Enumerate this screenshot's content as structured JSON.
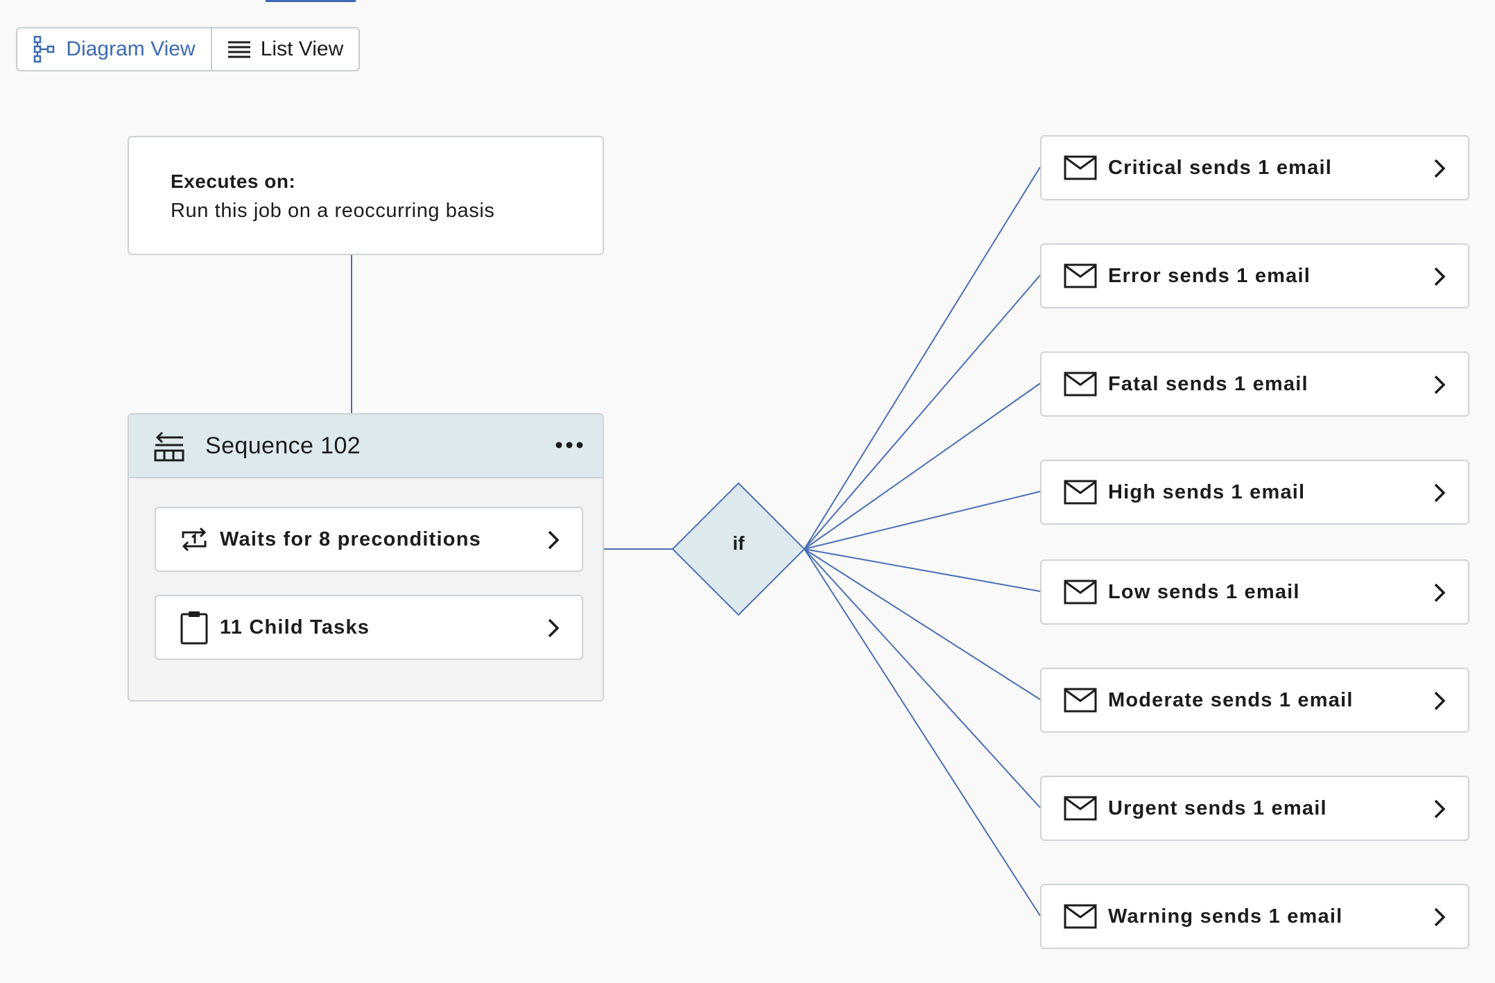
{
  "toolbar": {
    "diagram_view_label": "Diagram View",
    "list_view_label": "List View",
    "active_view": "Diagram View"
  },
  "trigger": {
    "title": "Executes on:",
    "description": "Run this job on a reoccurring basis"
  },
  "sequence": {
    "title": "Sequence 102",
    "rows": [
      {
        "label": "Waits for 8 preconditions",
        "icon": "repeat-one-icon"
      },
      {
        "label": "11 Child Tasks",
        "icon": "clipboard-icon"
      }
    ]
  },
  "decision": {
    "label": "if"
  },
  "branches": [
    {
      "label": "Critical sends 1 email"
    },
    {
      "label": "Error sends 1 email"
    },
    {
      "label": "Fatal sends 1 email"
    },
    {
      "label": "High sends 1 email"
    },
    {
      "label": "Low sends 1 email"
    },
    {
      "label": "Moderate sends 1 email"
    },
    {
      "label": "Urgent sends 1 email"
    },
    {
      "label": "Warning sends 1 email"
    }
  ],
  "colors": {
    "accent": "#3c6ab3",
    "connector": "#4a6fb5",
    "decision_fill": "#dee9ee",
    "sequence_header": "#dee9ee",
    "border": "#cfd3d7"
  }
}
